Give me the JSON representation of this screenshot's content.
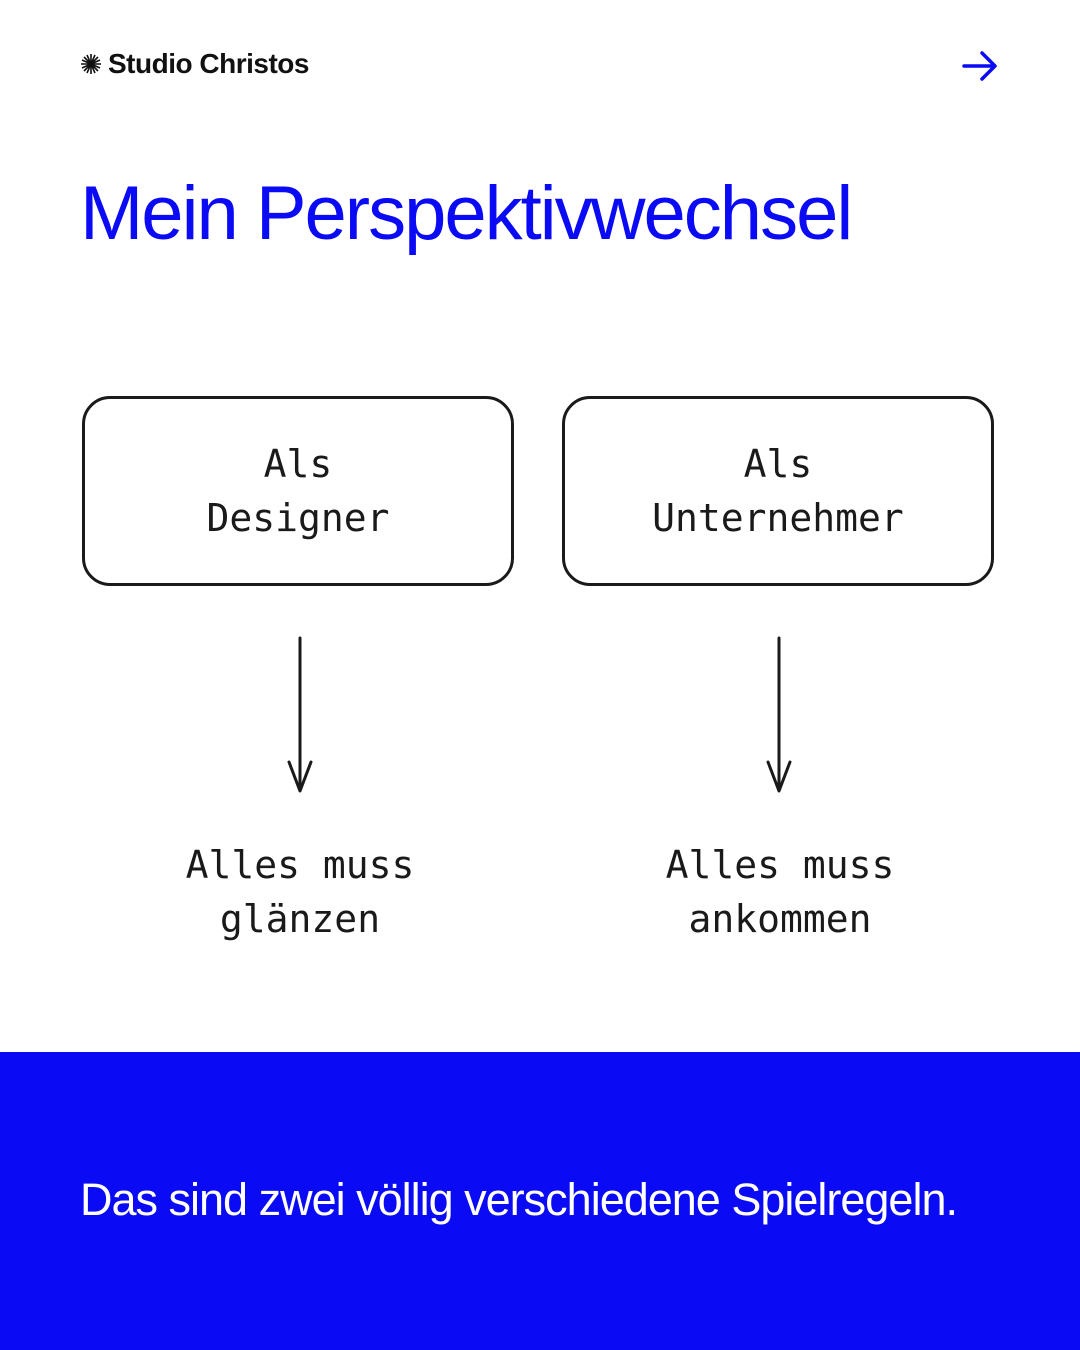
{
  "brand": {
    "name": "Studio Christos",
    "icon": "starburst-icon"
  },
  "nav": {
    "next_icon": "arrow-right-icon"
  },
  "title": "Mein Perspektivwechsel",
  "columns": [
    {
      "box_line1": "Als",
      "box_line2": "Designer",
      "result_line1": "Alles muss",
      "result_line2": "glänzen"
    },
    {
      "box_line1": "Als",
      "box_line2": "Unternehmer",
      "result_line1": "Alles muss",
      "result_line2": "ankommen"
    }
  ],
  "footer": {
    "text": "Das sind zwei völlig verschiedene Spielregeln."
  },
  "colors": {
    "accent": "#0a0af5",
    "ink": "#1a1a1a"
  }
}
